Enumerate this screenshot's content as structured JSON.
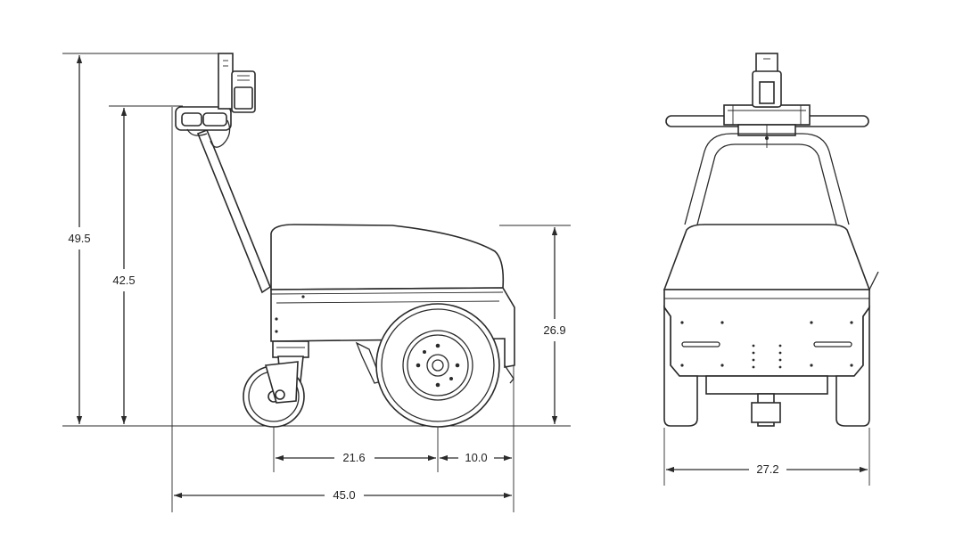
{
  "dimensions": {
    "overall_height": "49.5",
    "handle_height": "42.5",
    "body_height": "26.9",
    "wheel_to_caster": "21.6",
    "rear_overhang": "10.0",
    "overall_length": "45.0",
    "overall_width": "27.2"
  },
  "colors": {
    "line": "#2a2a2a",
    "background": "#ffffff"
  }
}
